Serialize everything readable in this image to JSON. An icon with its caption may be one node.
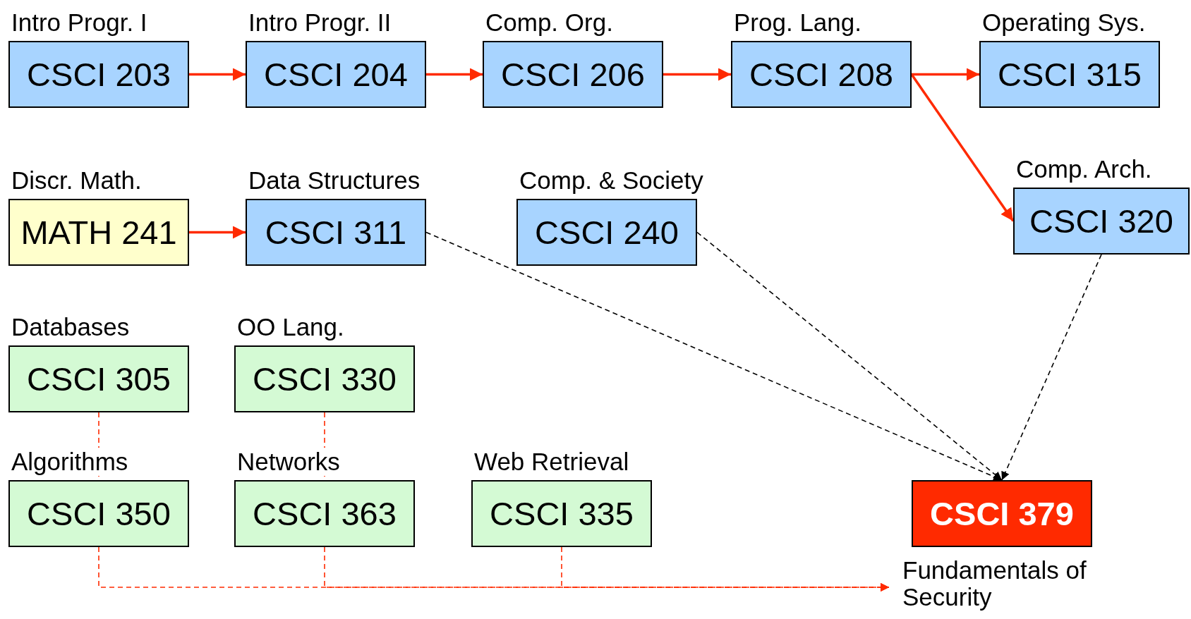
{
  "diagram": {
    "nodes": [
      {
        "text": [
          "Intro Progr. I",
          "CSCI 203"
        ]
      },
      {
        "text": [
          "Intro Progr. II",
          "CSCI 204"
        ]
      },
      {
        "text": [
          "Comp. Org.",
          "CSCI 206"
        ]
      },
      {
        "text": [
          "Prog. Lang.",
          "CSCI 208"
        ]
      },
      {
        "text": [
          "Operating Sys.",
          "CSCI 315"
        ]
      },
      {
        "text": [
          "Discr. Math.",
          "MATH 241"
        ]
      },
      {
        "text": [
          "Data Structures",
          "CSCI 311"
        ]
      },
      {
        "text": [
          "Comp. & Society",
          "CSCI 240"
        ]
      },
      {
        "text": [
          "Comp. Arch.",
          "CSCI 320"
        ]
      },
      {
        "text": [
          "Databases",
          "CSCI 305"
        ]
      },
      {
        "text": [
          "OO Lang.",
          "CSCI 330"
        ]
      },
      {
        "text": [
          "Algorithms",
          "CSCI 350"
        ]
      },
      {
        "text": [
          "Networks",
          "CSCI 363"
        ]
      },
      {
        "text": [
          "Web Retrieval",
          "CSCI 335"
        ]
      },
      {
        "text": [
          "CSCI 379"
        ],
        "beside": [
          "Fundamentals of Security"
        ]
      }
    ],
    "edges": [
      {
        "from": 0,
        "to": 1,
        "arrow": "to"
      },
      {
        "from": 1,
        "to": 2,
        "arrow": "to"
      },
      {
        "from": 2,
        "to": 3,
        "arrow": "to"
      },
      {
        "from": 3,
        "to": 4,
        "arrow": "to"
      },
      {
        "from": 3,
        "to": 8,
        "arrow": "to"
      },
      {
        "from": 5,
        "to": 6,
        "arrow": "to"
      },
      {
        "from": 6,
        "to": 14,
        "arrow": "to",
        "style": "dashed",
        "color": "#000000"
      },
      {
        "from": 7,
        "to": 14,
        "arrow": "to",
        "style": "dashed",
        "color": "#000000"
      },
      {
        "from": 8,
        "to": 14,
        "arrow": "to",
        "style": "dashed",
        "color": "#000000"
      },
      {
        "from": 9,
        "to": 11,
        "arrow": "none",
        "style": "dashed"
      },
      {
        "from": 10,
        "to": 12,
        "arrow": "none",
        "style": "dashed"
      },
      {
        "from": 11,
        "to": 14,
        "arrow": "to",
        "style": "dashed"
      },
      {
        "from": 12,
        "to": 14,
        "arrow": "to",
        "style": "dashed"
      },
      {
        "from": 13,
        "to": 14,
        "arrow": "to",
        "style": "dashed"
      }
    ]
  }
}
